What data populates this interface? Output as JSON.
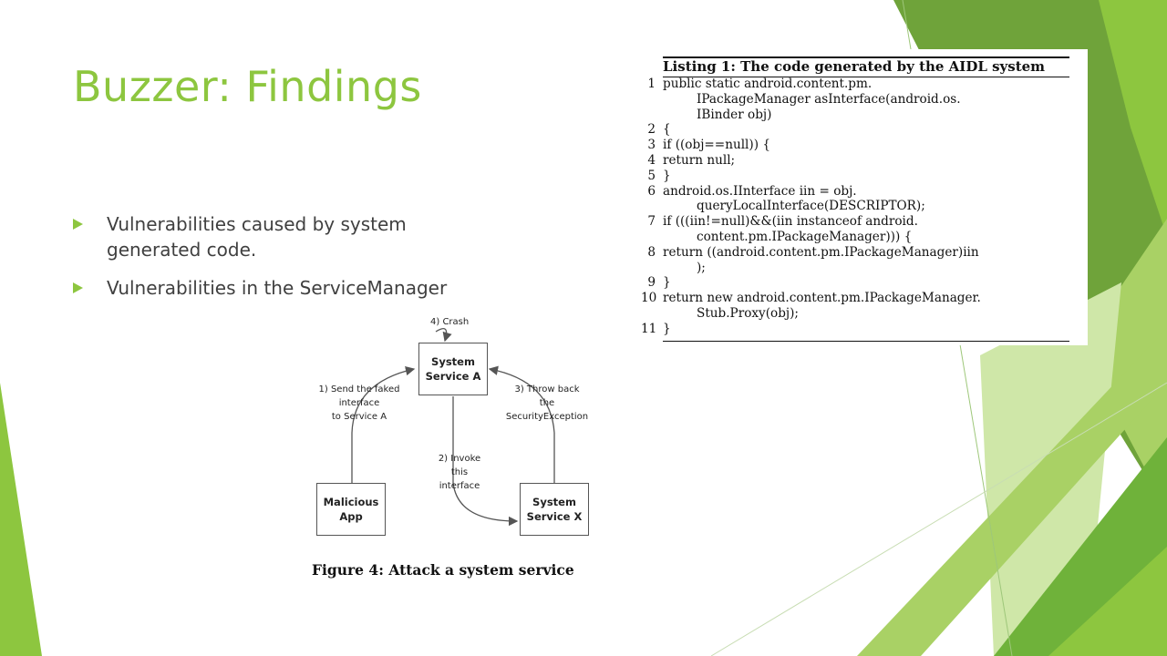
{
  "slide": {
    "title": "Buzzer: Findings",
    "bullets": [
      "Vulnerabilities caused by system generated code.",
      "Vulnerabilities in the ServiceManager"
    ]
  },
  "listing": {
    "title": "Listing 1: The code generated by the AIDL system",
    "lines": [
      {
        "num": "1",
        "text": "public static android.content.pm."
      },
      {
        "num": "",
        "text": "IPackageManager asInterface(android.os."
      },
      {
        "num": "",
        "text": "IBinder obj)"
      },
      {
        "num": "2",
        "text": "{"
      },
      {
        "num": "3",
        "text": "if ((obj==null)) {"
      },
      {
        "num": "4",
        "text": "return null;"
      },
      {
        "num": "5",
        "text": "}"
      },
      {
        "num": "6",
        "text": "android.os.IInterface iin = obj."
      },
      {
        "num": "",
        "text": "queryLocalInterface(DESCRIPTOR);"
      },
      {
        "num": "7",
        "text": "if (((iin!=null)&&(iin instanceof android."
      },
      {
        "num": "",
        "text": "content.pm.IPackageManager))) {"
      },
      {
        "num": "8",
        "text": "return ((android.content.pm.IPackageManager)iin"
      },
      {
        "num": "",
        "text": ");"
      },
      {
        "num": "9",
        "text": "}"
      },
      {
        "num": "10",
        "text": "return new android.content.pm.IPackageManager."
      },
      {
        "num": "",
        "text": "Stub.Proxy(obj);"
      },
      {
        "num": "11",
        "text": "}"
      }
    ]
  },
  "figure": {
    "caption": "Figure 4:  Attack a system service",
    "nodes": {
      "service_a": [
        "System",
        "Service A"
      ],
      "malicious": [
        "Malicious",
        "App"
      ],
      "service_x": [
        "System",
        "Service X"
      ]
    },
    "labels": {
      "crash": [
        "4) Crash"
      ],
      "send": [
        "1) Send the faked",
        "interface",
        "to Service A"
      ],
      "throw": [
        "3) Throw back",
        "the",
        "SecurityException"
      ],
      "invoke": [
        "2) Invoke",
        "this",
        "interface"
      ]
    }
  },
  "colors": {
    "accent": "#8DC63F",
    "dark_green": "#5A8F2E",
    "light_green": "#CFE7A8",
    "text": "#404040"
  }
}
